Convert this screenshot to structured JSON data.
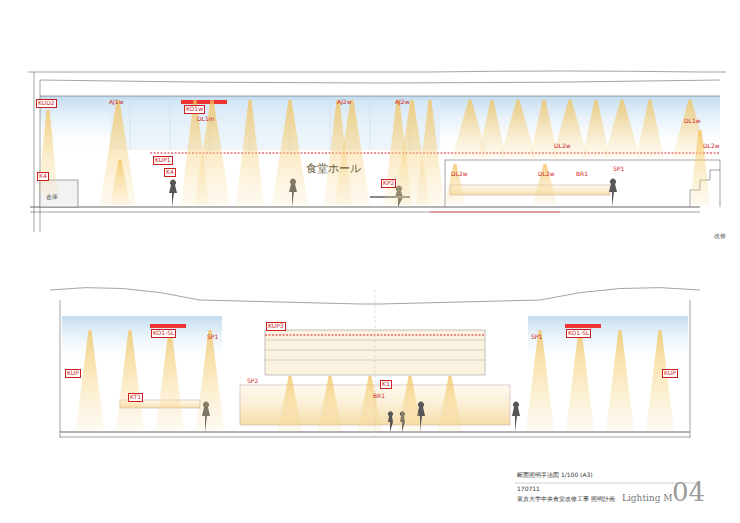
{
  "diagram": {
    "caption": "断面照明手法図 1/100 (A3)",
    "labels": [
      "KUD2",
      "AJ1w",
      "KO1w",
      "DL1m",
      "AJ2w",
      "AJ2w",
      "DL1w",
      "DL2w",
      "KUP1",
      "K4",
      "食堂ホール",
      "KP2",
      "DL2w",
      "DL2w",
      "BR1",
      "SP1",
      "倉庫",
      "K4",
      "改修",
      "DL2w",
      "KO1-SL",
      "KUP3",
      "KO1-SL",
      "SP1",
      "SP1",
      "KUP",
      "KUP",
      "SP2",
      "K1",
      "BR1",
      "KT1",
      "170711",
      "東京大学中央食堂改修工事 照明計画",
      "Lighting M",
      "04"
    ]
  }
}
